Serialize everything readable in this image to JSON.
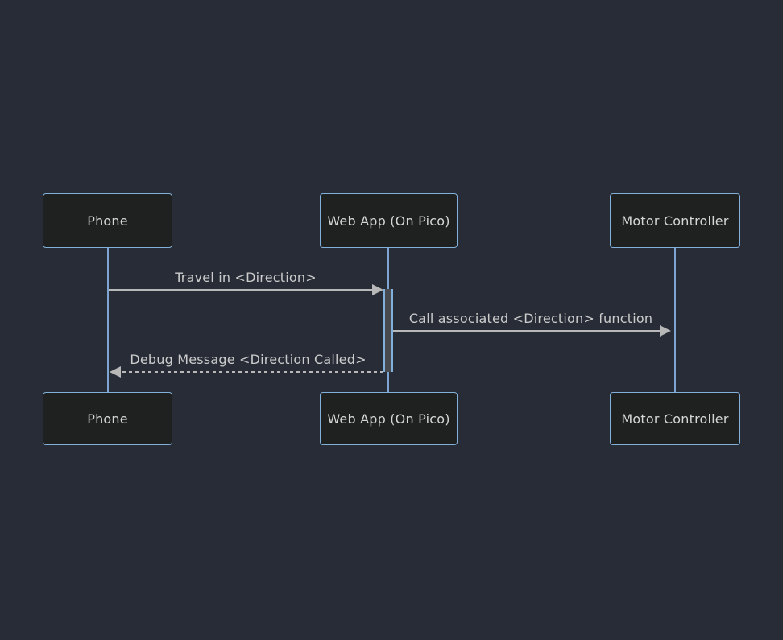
{
  "diagram": {
    "type": "sequence-diagram",
    "participants": [
      {
        "id": "phone",
        "label": "Phone"
      },
      {
        "id": "webapp",
        "label": "Web App (On Pico)"
      },
      {
        "id": "motor",
        "label": "Motor Controller"
      }
    ],
    "messages": [
      {
        "from": "phone",
        "to": "webapp",
        "style": "solid",
        "text": "Travel in <Direction>"
      },
      {
        "from": "webapp",
        "to": "motor",
        "style": "solid",
        "text": "Call associated <Direction> function"
      },
      {
        "from": "webapp",
        "to": "phone",
        "style": "dashed",
        "text": "Debug Message <Direction Called>"
      }
    ],
    "colors": {
      "background": "#282c36",
      "actor_fill": "#1f2020",
      "actor_border": "#81b1db",
      "lifeline": "#7ea4d2",
      "activation_fill": "#474a4f",
      "arrow": "#b8b8b8",
      "text": "#d6d6d6"
    }
  }
}
